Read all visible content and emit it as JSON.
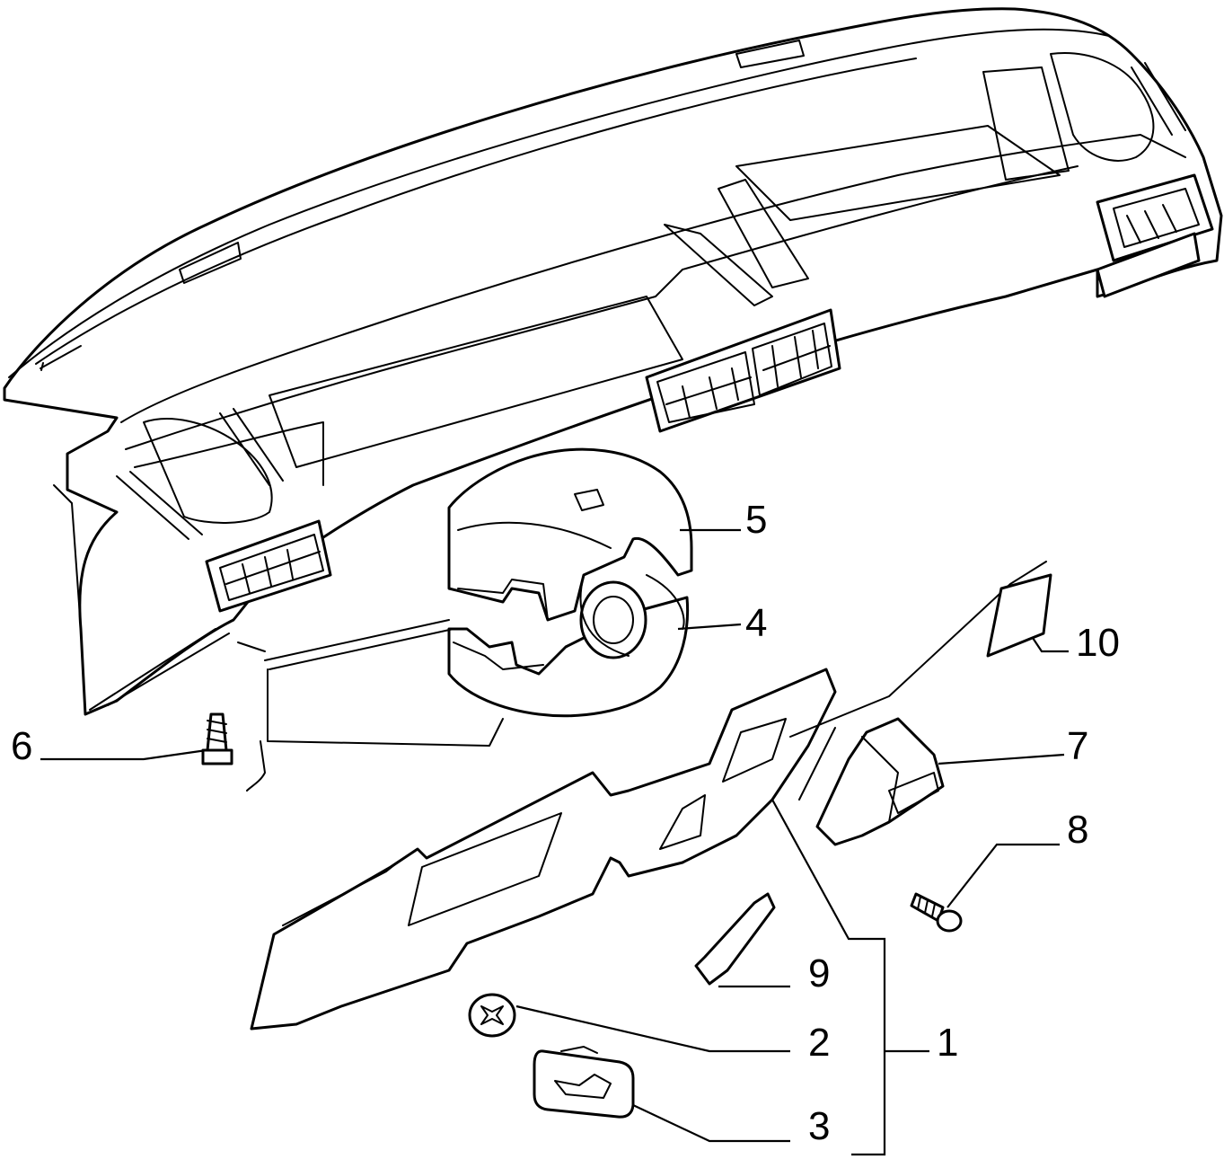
{
  "callouts": [
    {
      "id": "c1",
      "label": "1"
    },
    {
      "id": "c2",
      "label": "2"
    },
    {
      "id": "c3",
      "label": "3"
    },
    {
      "id": "c4",
      "label": "4"
    },
    {
      "id": "c5",
      "label": "5"
    },
    {
      "id": "c6",
      "label": "6"
    },
    {
      "id": "c7",
      "label": "7"
    },
    {
      "id": "c8",
      "label": "8"
    },
    {
      "id": "c9",
      "label": "9"
    },
    {
      "id": "c10",
      "label": "10"
    }
  ],
  "colors": {
    "ink": "#000000",
    "paper": "#ffffff"
  }
}
